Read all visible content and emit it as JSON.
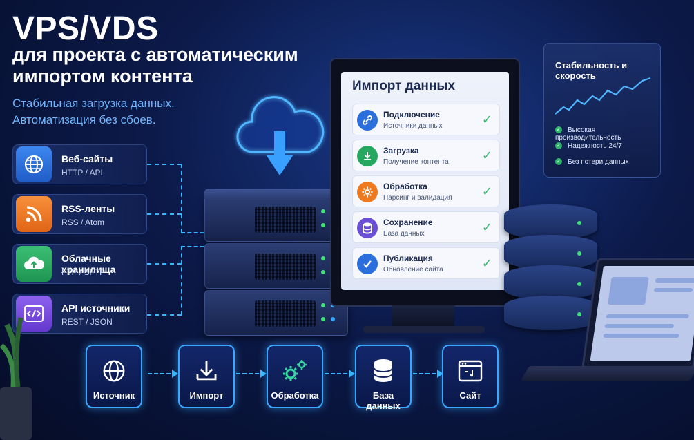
{
  "header": {
    "title": "VPS/VDS",
    "subtitle": "для проекта с автоматическим импортом контента",
    "tagline_1": "Стабильная загрузка данных.",
    "tagline_2": "Автоматизация без сбоев."
  },
  "sources": [
    {
      "name": "Веб-сайты",
      "desc": "HTTP / API",
      "icon": "globe-icon",
      "color": "#2a6fdc"
    },
    {
      "name": "RSS-ленты",
      "desc": "RSS / Atom",
      "icon": "rss-icon",
      "color": "#ee7a1f"
    },
    {
      "name": "Облачные хранилища",
      "desc": "FTP / SFTP",
      "icon": "cloud-icon",
      "color": "#27a860"
    },
    {
      "name": "API источники",
      "desc": "REST / JSON",
      "icon": "code-icon",
      "color": "#7b4fe0"
    }
  ],
  "import_screen": {
    "title": "Импорт данных",
    "steps": [
      {
        "name": "Подключение",
        "desc": "Источники данных",
        "icon": "link-icon",
        "color": "#2a6fdc"
      },
      {
        "name": "Загрузка",
        "desc": "Получение контента",
        "icon": "download-icon",
        "color": "#27a860"
      },
      {
        "name": "Обработка",
        "desc": "Парсинг и валидация",
        "icon": "gear-icon",
        "color": "#ee7a1f"
      },
      {
        "name": "Сохранение",
        "desc": "База данных",
        "icon": "database-icon",
        "color": "#6a4fd6"
      },
      {
        "name": "Публикация",
        "desc": "Обновление сайта",
        "icon": "check-icon",
        "color": "#2a6fdc"
      }
    ]
  },
  "stats": {
    "title": "Стабильность и скорость",
    "items": [
      "Высокая производительность",
      "Надежность 24/7",
      "Без потери данных"
    ]
  },
  "pipeline": [
    {
      "label": "Источник",
      "icon": "globe-icon"
    },
    {
      "label": "Импорт",
      "icon": "download-icon"
    },
    {
      "label": "Обработка",
      "icon": "gears-icon"
    },
    {
      "label": "База данных",
      "icon": "database-icon"
    },
    {
      "label": "Сайт",
      "icon": "browser-icon"
    }
  ],
  "colors": {
    "accent": "#39b8ff",
    "success": "#2fb56a",
    "background": "#0c1a4a"
  }
}
